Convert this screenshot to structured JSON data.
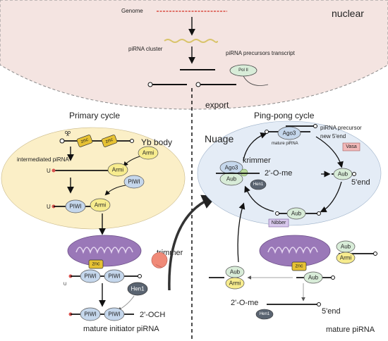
{
  "labels": {
    "nuclear": "nuclear",
    "genome": "Genome",
    "pirna_cluster": "piRNA cluster",
    "precursor_transcript": "piRNA precursors transcript",
    "pol2": "Pol II",
    "export": "export",
    "primary_cycle": "Primary cycle",
    "pingpong_cycle": "Ping-pong cycle",
    "yb_body": "Yb body",
    "intermediated_pirna": "intermediated piRNA",
    "nuage": "Nuage",
    "krimmer": "krimmer",
    "two_o_me": "2'-O-me",
    "mature_pirna_small": "mature piRNA",
    "precursor_new_5end_1": "piRNA precursor",
    "precursor_new_5end_2": "new 5'end",
    "five_end": "5'end",
    "trimmer": "trimmer",
    "two_och": "2'-OCH",
    "mature_initiator": "mature initiator piRNA",
    "mature_pirna": "mature piRNA",
    "u": "U"
  },
  "proteins": {
    "znc": "znc",
    "armi": "Armi",
    "piwi": "PIWI",
    "hen1": "Hen1",
    "ago3": "Ago3",
    "aub": "Aub",
    "vasa": "Vasa",
    "nibbler": "Nibber"
  },
  "colors": {
    "nucleus_fill": "#f4e4e1",
    "yb_fill": "#fbefc7",
    "nuage_fill": "#e4ecf6",
    "armi_fill": "#f7ec8e",
    "piwi_fill": "#c5d7ec",
    "aub_fill": "#d8ecd8",
    "hen1_fill": "#5a6471",
    "znc_fill": "#e7c233",
    "vasa_fill": "#f2b9b9",
    "nibber_fill": "#d8c8ec",
    "mito_fill": "#9a78b8",
    "trimmer_fill": "#f08a78",
    "genome_red": "#e0736a"
  }
}
